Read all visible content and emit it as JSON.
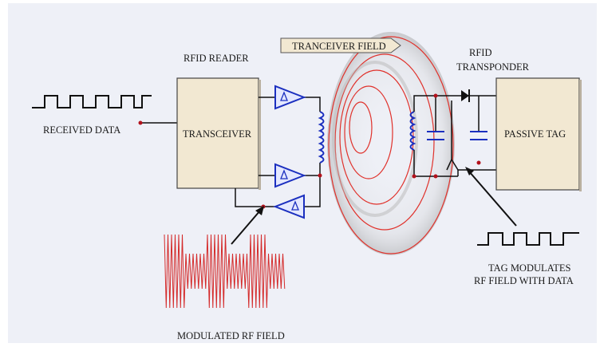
{
  "labels": {
    "rfid_reader": "RFID READER",
    "transceiver": "TRANSCEIVER",
    "received_data": "RECEIVED DATA",
    "tranceiver_field": "TRANCEIVER FIELD",
    "rfid": "RFID",
    "transponder": "TRANSPONDER",
    "passive_tag": "PASSIVE TAG",
    "tag_modulates_line1": "TAG MODULATES",
    "tag_modulates_line2": "RF FIELD WITH DATA",
    "modulated_rf_field": "MODULATED RF FIELD"
  },
  "colors": {
    "background": "#eef0f7",
    "box_fill": "#f2e8d2",
    "amplifier": "#1b2fbf",
    "field_rings": "#e0312b",
    "rf_signal": "#d42a2a",
    "wires": "#111111",
    "node_dots": "#b3121c"
  },
  "icons": [
    "square-wave",
    "amplifier-triangle",
    "inductor-coil",
    "capacitor",
    "diode",
    "transistor"
  ]
}
